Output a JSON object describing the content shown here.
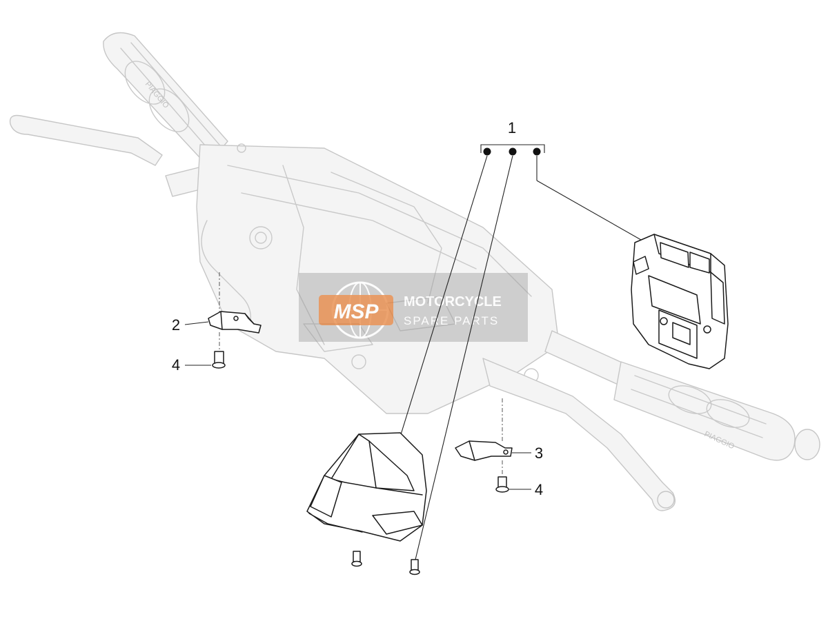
{
  "callouts": {
    "c1": "1",
    "c2": "2",
    "c3": "3",
    "c4a": "4",
    "c4b": "4"
  },
  "grip_brand": "PIAGGIO",
  "watermark": {
    "logo_text": "MSP",
    "line1": "MOTORCYCLE",
    "line2": "SPARE PARTS"
  },
  "colors": {
    "watermark_bg": "#9a9a9a",
    "watermark_orange": "#e8792a",
    "ghost_line": "#c9c9c9",
    "part_line": "#1a1a1a"
  }
}
